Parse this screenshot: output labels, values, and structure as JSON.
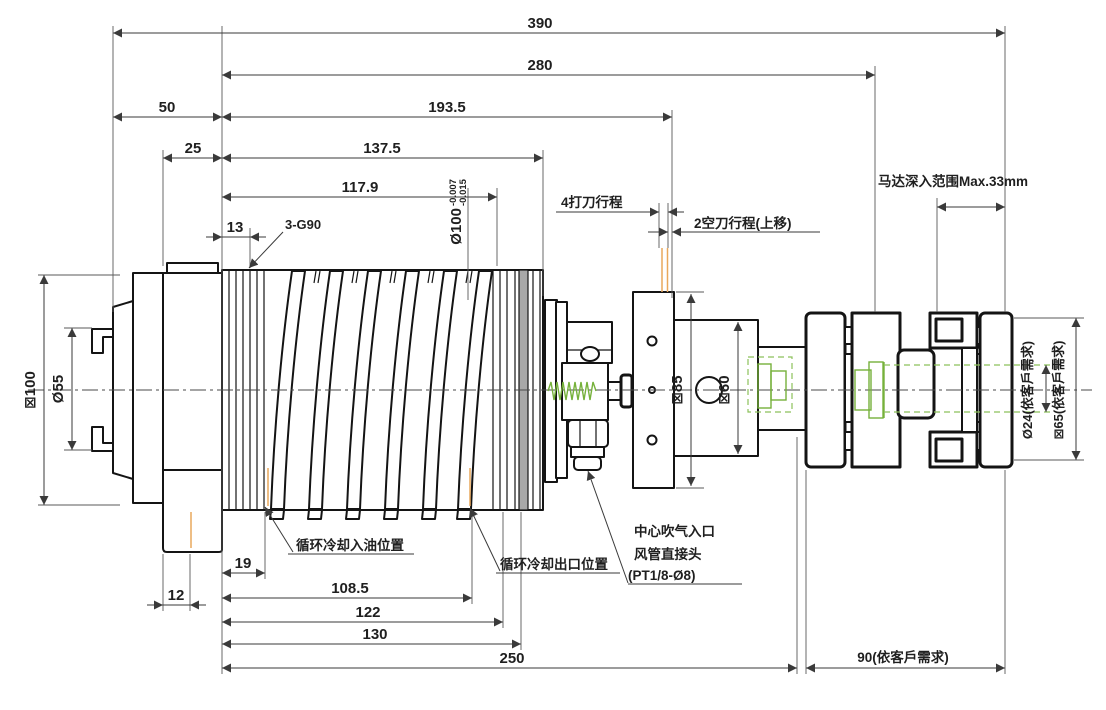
{
  "dims": {
    "total": "390",
    "rear": "280",
    "front": "50",
    "mid": "193.5",
    "flange_offset": "25",
    "body": "137.5",
    "groove_span": "117.9",
    "collar": "13",
    "ports": "3-G90",
    "body_dia": "Ø100",
    "body_dia_tol_upper": "-0.007",
    "body_dia_tol_lower": "-0.015",
    "knock_stroke": "4打刀行程",
    "idle_stroke": "2空刀行程(上移)",
    "motor_depth": "马达深入范围Max.33mm",
    "nose_square": "⊠100",
    "nose_dia": "Ø55",
    "plate_square": "⊠85",
    "hub_square": "⊠60",
    "tab_width": "12",
    "inlet_offset": "19",
    "inlet_span": "108.5",
    "outlet_span": "122",
    "span_130": "130",
    "span_250": "250",
    "motor_section": "90(依客戶需求)",
    "shaft_dia": "Ø24(依客戶需求)",
    "coupling_dia": "⊠65(依客戶需求)"
  },
  "labels": {
    "oil_inlet": "循环冷却入油位置",
    "oil_outlet": "循环冷却出口位置",
    "air_blow_1": "中心吹气入口",
    "air_blow_2": "风管直接头",
    "air_blow_3": "(PT1/8-Ø8)"
  },
  "colors": {
    "outline": "#141414",
    "dimension": "#3a3a3a",
    "phantom_green": "#76b13b",
    "accent_orange": "#e9a85c",
    "ring_gray": "#a8a8a8"
  }
}
